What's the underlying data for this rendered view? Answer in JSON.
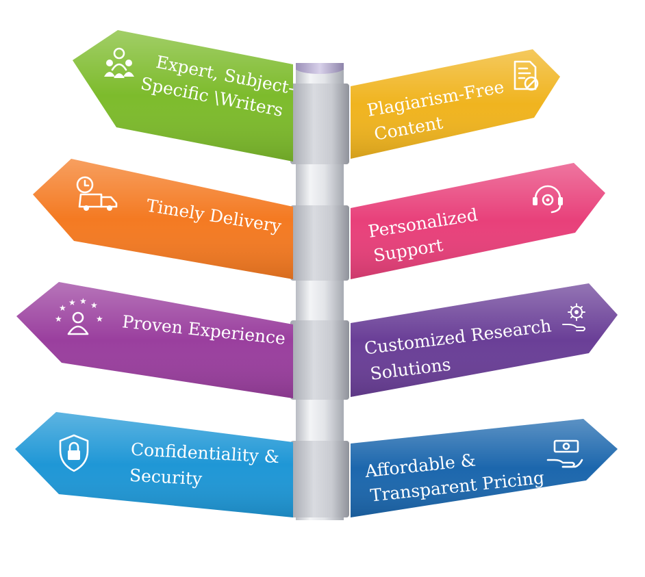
{
  "signs": {
    "expert_writers": {
      "line1": "Expert, Subject-",
      "line2": "Specific \\Writers",
      "color": "#7dbb2c",
      "icon": "writers-group-icon"
    },
    "plagiarism_free": {
      "line1": "Plagiarism-Free",
      "line2": "Content",
      "color": "#f0b41f",
      "icon": "document-check-icon"
    },
    "timely_delivery": {
      "line1": "Timely Delivery",
      "color": "#f47a22",
      "icon": "delivery-truck-clock-icon"
    },
    "personalized": {
      "line1": "Personalized",
      "line2": "Support",
      "color": "#e8407a",
      "icon": "support-headset-icon"
    },
    "proven_experience": {
      "line1": "Proven Experience",
      "color": "#9a3f9e",
      "icon": "person-stars-icon"
    },
    "customized": {
      "line1": "Customized Research",
      "line2": "Solutions",
      "color": "#6a3f97",
      "icon": "gear-hand-icon"
    },
    "confidentiality": {
      "line1": "Confidentiality &",
      "line2": "Security",
      "color": "#1f97d6",
      "icon": "shield-lock-icon"
    },
    "affordable": {
      "line1": "Affordable &",
      "line2": "Transparent Pricing",
      "color": "#1c67ad",
      "icon": "money-hand-icon"
    }
  }
}
